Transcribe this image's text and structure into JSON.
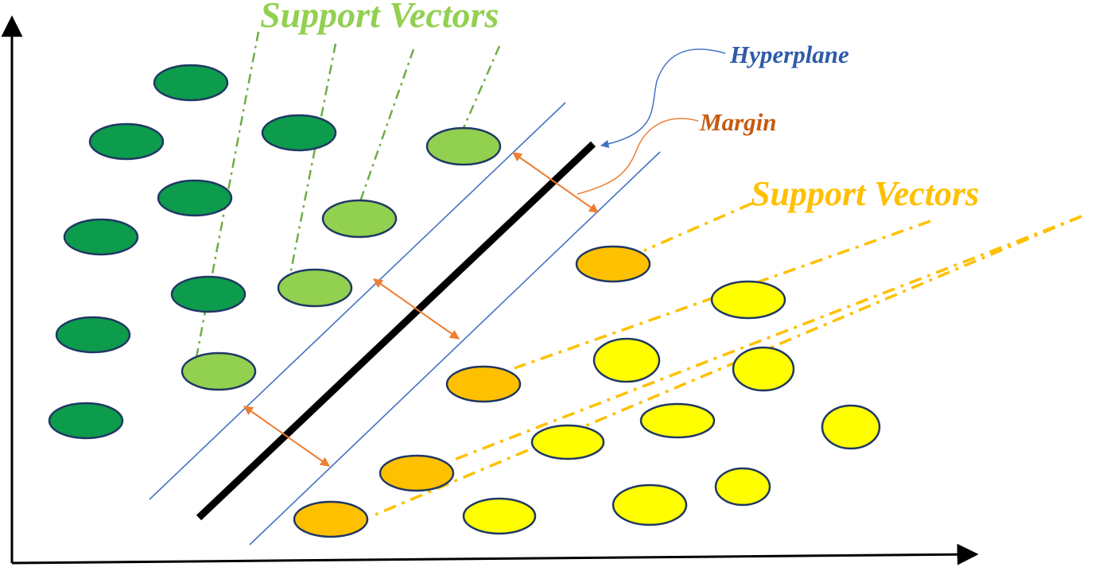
{
  "labels": {
    "support_vectors_top": "Support Vectors",
    "hyperplane": "Hyperplane",
    "margin": "Margin",
    "support_vectors_right": "Support Vectors"
  },
  "colors": {
    "class_a": "#0d9b4c",
    "class_a_support": "#92d050",
    "class_b": "#ffff00",
    "class_b_support": "#ffc000",
    "point_outline": "#1f3864",
    "hyperplane": "#000000",
    "margin_lines": "#4472c4",
    "margin_arrows": "#ed7d31",
    "label_support_top": "#92d050",
    "label_hyperplane": "#2e5aa8",
    "label_margin": "#c55a11",
    "label_support_right": "#ffc000",
    "axes": "#000000"
  }
}
